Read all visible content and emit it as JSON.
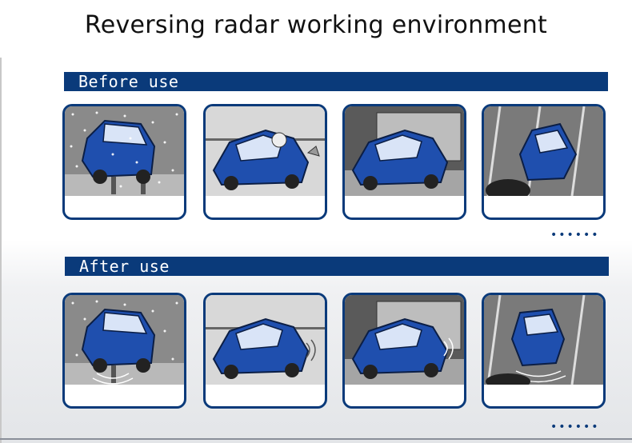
{
  "title": "Reversing radar working environment",
  "sections": {
    "before": {
      "label": "Before use"
    },
    "after": {
      "label": "After use"
    }
  },
  "more_indicator": "••••••",
  "colors": {
    "banner": "#0a3a7a",
    "car": "#1f4fae",
    "panel_border": "#0a3a7a"
  },
  "scenes": [
    "snowy-roadside",
    "object-behind-car",
    "garage-wall",
    "parking-lot"
  ]
}
